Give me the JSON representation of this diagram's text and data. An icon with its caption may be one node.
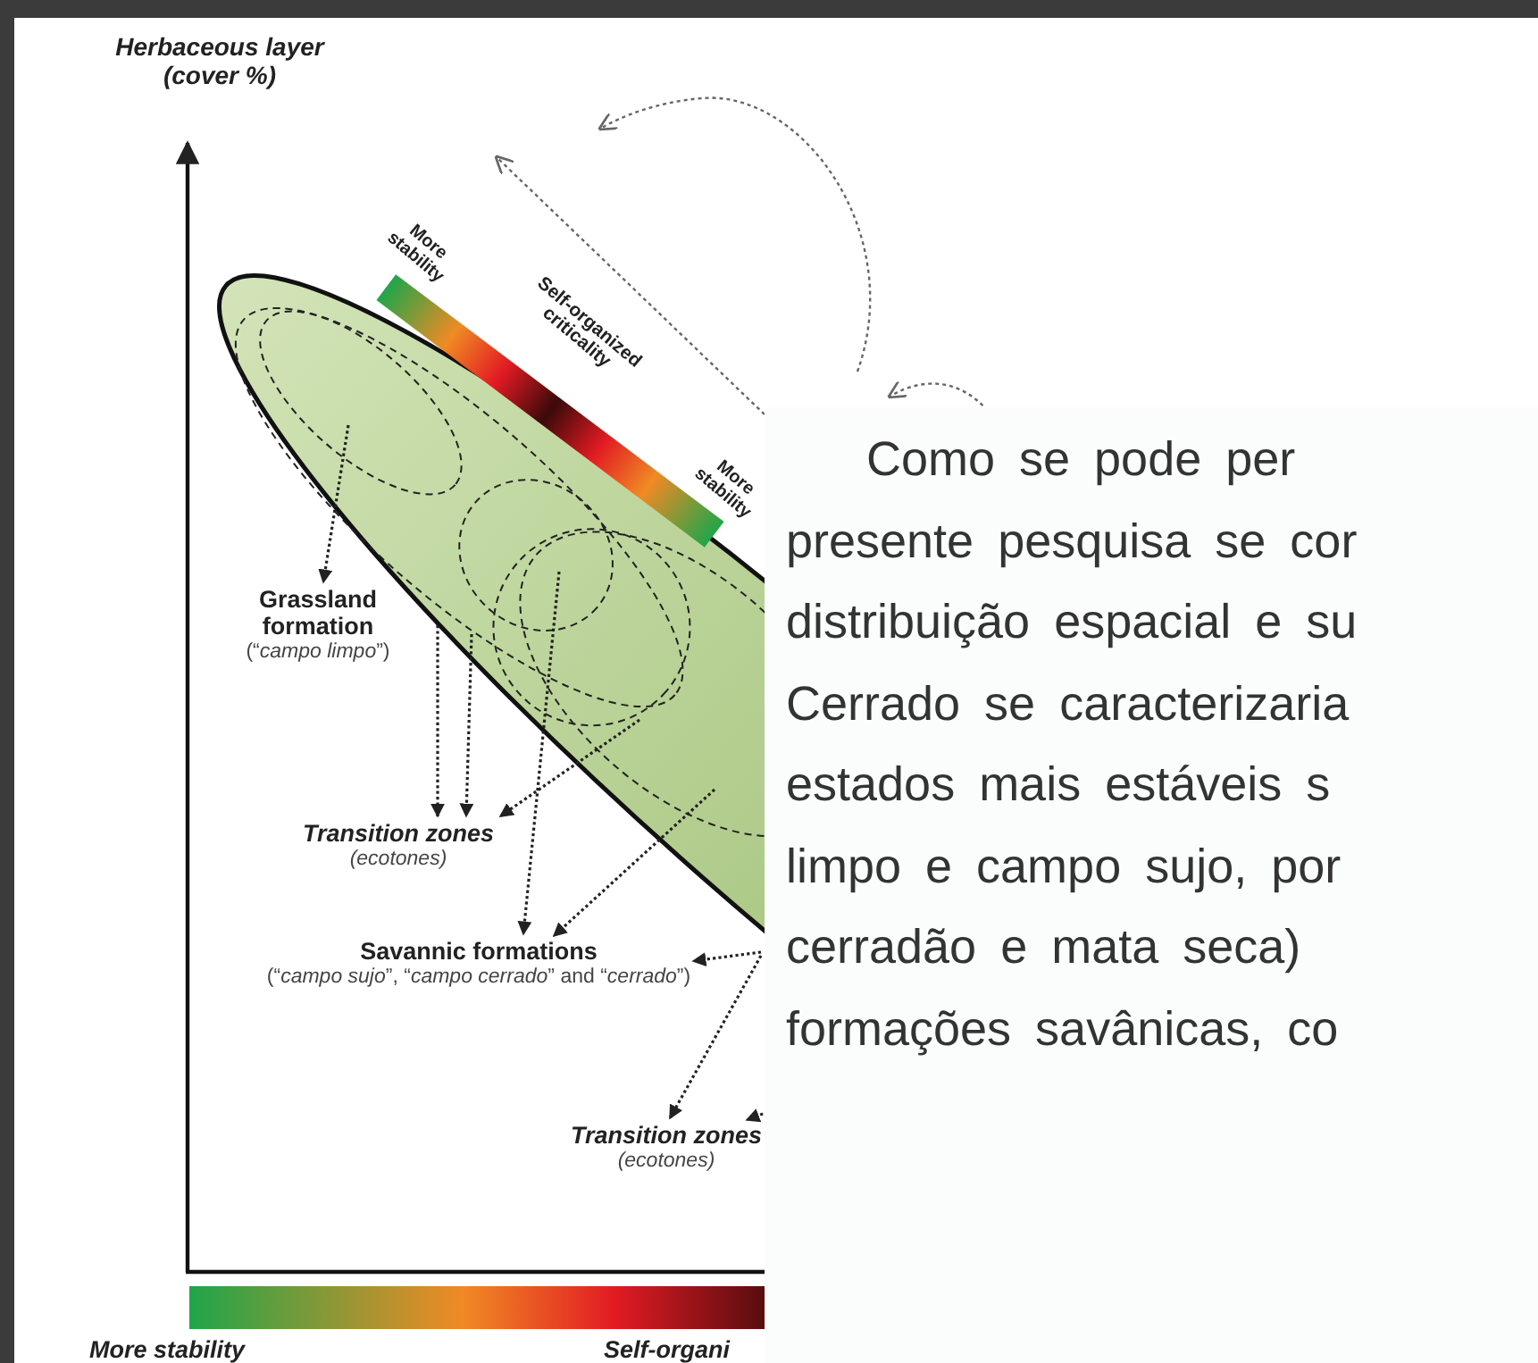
{
  "diagram": {
    "nodes": [
      {
        "text": [],
        "shape": "ellipse"
      },
      {
        "text": [
          "Grassland formation",
          "(“*campo limpo*”)"
        ]
      },
      {
        "text": [
          "Transition zones",
          "(ecotones)"
        ]
      },
      {
        "text": [
          "Savannic formations",
          "(“*campo sujo*”, “*campo cerrado*” and “*cerrado*”)"
        ]
      },
      {
        "text": [
          "Transition zones",
          "(ecotones)"
        ]
      }
    ],
    "edges": [
      {
        "from": 0,
        "to": 1,
        "arrow": "to"
      },
      {
        "from": 0,
        "to": 2,
        "arrow": "to"
      },
      {
        "from": 0,
        "to": 2,
        "arrow": "to"
      },
      {
        "from": 0,
        "to": 2,
        "arrow": "to"
      },
      {
        "from": 0,
        "to": 3,
        "arrow": "to"
      },
      {
        "from": 0,
        "to": 3,
        "arrow": "to"
      },
      {
        "from": 0,
        "to": 3,
        "arrow": "to"
      },
      {
        "from": 0,
        "to": 4,
        "arrow": "to"
      },
      {
        "from": 0,
        "to": 4,
        "arrow": "to"
      }
    ],
    "labels": [
      "Herbaceous layer (cover %)",
      "More stability",
      "Self-organized criticality",
      "More stability",
      "Como se pode per",
      "presente pesquisa se cor",
      "distribuição espacial e su",
      "Cerrado se caracterizaria",
      "estados mais estáveis s",
      "limpo e campo sujo, por",
      "cerradão e mata seca)",
      "formações savânicas, co",
      "More stability",
      "Self-organi"
    ]
  }
}
